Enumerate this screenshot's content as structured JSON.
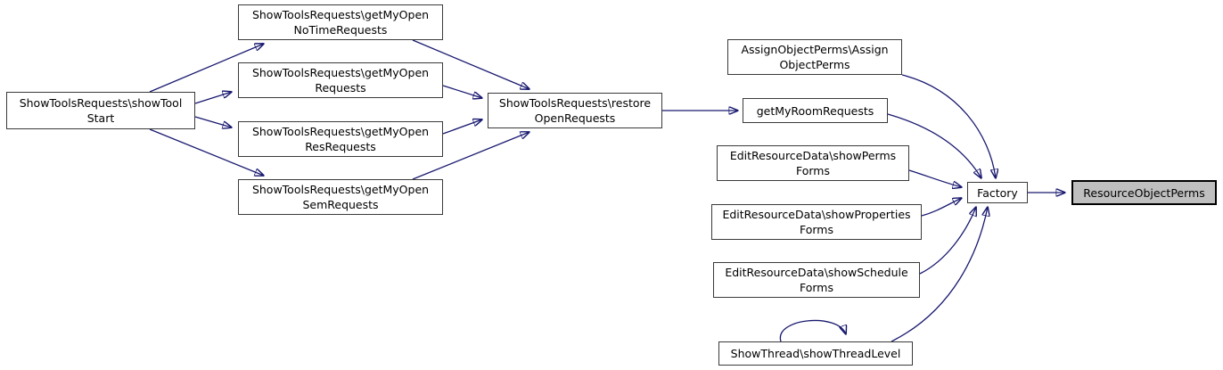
{
  "diagram": {
    "type": "call-graph",
    "direction": "left-to-right",
    "edge_color": "#191970",
    "node_border_color": "#3a3a3a",
    "node_fill": "#ffffff",
    "focus_node_fill": "#bfbfbf",
    "background": "#ffffff"
  },
  "nodes": {
    "showToolStart": {
      "label": "ShowToolsRequests\\showTool\nStart"
    },
    "getMyOpenNoTime": {
      "label": "ShowToolsRequests\\getMyOpen\nNoTimeRequests"
    },
    "getMyOpenRequests": {
      "label": "ShowToolsRequests\\getMyOpen\nRequests"
    },
    "getMyOpenRes": {
      "label": "ShowToolsRequests\\getMyOpen\nResRequests"
    },
    "getMyOpenSem": {
      "label": "ShowToolsRequests\\getMyOpen\nSemRequests"
    },
    "restoreOpenRequests": {
      "label": "ShowToolsRequests\\restore\nOpenRequests"
    },
    "assignObjectPerms": {
      "label": "AssignObjectPerms\\Assign\nObjectPerms"
    },
    "getMyRoomRequests": {
      "label": "getMyRoomRequests"
    },
    "showPermsForms": {
      "label": "EditResourceData\\showPerms\nForms"
    },
    "showPropertiesForms": {
      "label": "EditResourceData\\showProperties\nForms"
    },
    "showScheduleForms": {
      "label": "EditResourceData\\showSchedule\nForms"
    },
    "showThreadLevel": {
      "label": "ShowThread\\showThreadLevel"
    },
    "factory": {
      "label": "Factory"
    },
    "resourceObjectPerms": {
      "label": "ResourceObjectPerms"
    }
  },
  "edges": [
    {
      "from": "showToolStart",
      "to": "getMyOpenNoTime"
    },
    {
      "from": "showToolStart",
      "to": "getMyOpenRequests"
    },
    {
      "from": "showToolStart",
      "to": "getMyOpenRes"
    },
    {
      "from": "showToolStart",
      "to": "getMyOpenSem"
    },
    {
      "from": "getMyOpenNoTime",
      "to": "restoreOpenRequests"
    },
    {
      "from": "getMyOpenRequests",
      "to": "restoreOpenRequests"
    },
    {
      "from": "getMyOpenRes",
      "to": "restoreOpenRequests"
    },
    {
      "from": "getMyOpenSem",
      "to": "restoreOpenRequests"
    },
    {
      "from": "restoreOpenRequests",
      "to": "getMyRoomRequests"
    },
    {
      "from": "assignObjectPerms",
      "to": "factory"
    },
    {
      "from": "getMyRoomRequests",
      "to": "factory"
    },
    {
      "from": "showPermsForms",
      "to": "factory"
    },
    {
      "from": "showPropertiesForms",
      "to": "factory"
    },
    {
      "from": "showScheduleForms",
      "to": "factory"
    },
    {
      "from": "showThreadLevel",
      "to": "factory"
    },
    {
      "from": "showThreadLevel",
      "to": "showThreadLevel"
    },
    {
      "from": "factory",
      "to": "resourceObjectPerms"
    }
  ]
}
